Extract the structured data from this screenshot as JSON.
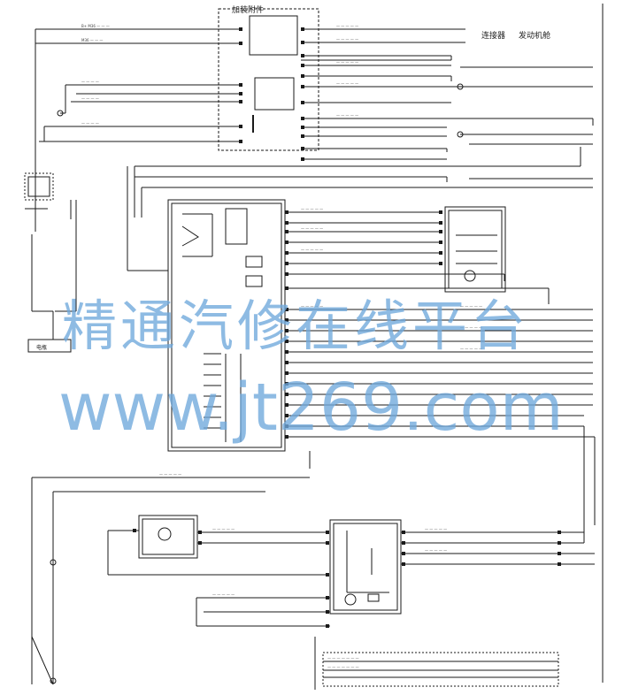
{
  "labels": {
    "aftermarket": "加装附件",
    "connector": "连接器",
    "engine": "发动机舱",
    "battery": "电瓶"
  },
  "watermark": {
    "line1": "精通汽修在线平台",
    "line2": "www.jt269.com"
  },
  "colors": {
    "line": "#1a1a1a",
    "watermark": "#6fa8dc"
  }
}
